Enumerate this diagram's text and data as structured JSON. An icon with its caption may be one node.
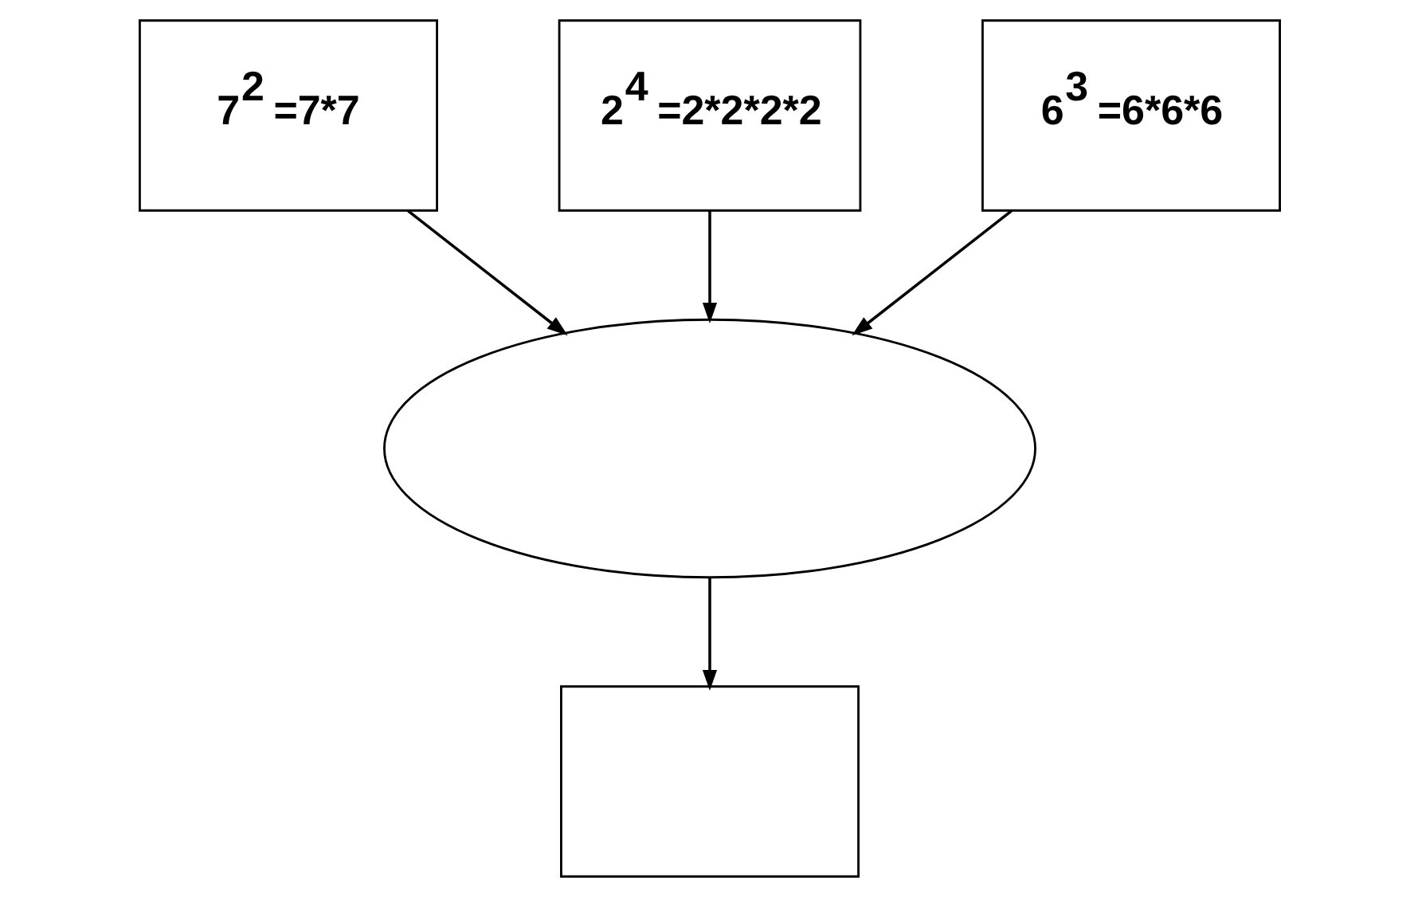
{
  "diagram": {
    "nodes": [
      {
        "text": [
          "7$^{2}$ =7*7"
        ]
      },
      {
        "text": [
          "2$^{4}$ =2*2*2*2"
        ]
      },
      {
        "text": [
          "6$^{3}$ =6*6*6"
        ]
      },
      {
        "text": [],
        "shape": "cloud"
      },
      {
        "text": [],
        "shape": "box"
      }
    ],
    "edges": [
      {
        "from": 0,
        "to": 3,
        "arrow": "to"
      },
      {
        "from": 1,
        "to": 3,
        "arrow": "to"
      },
      {
        "from": 2,
        "to": 3,
        "arrow": "to"
      },
      {
        "from": 3,
        "to": 4,
        "arrow": "to"
      }
    ]
  }
}
